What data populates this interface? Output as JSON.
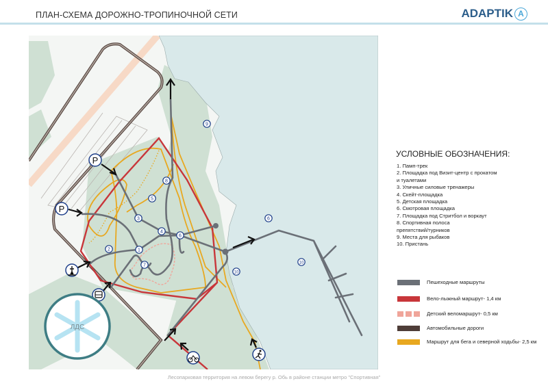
{
  "header": {
    "title": "ПЛАН-СХЕМА ДОРОЖНО-ТРОПИНОЧНОЙ СЕТИ",
    "logo_text": "ADAPTIK",
    "logo_mark": "A"
  },
  "map": {
    "markers": [
      "1",
      "2",
      "3",
      "4",
      "5",
      "6",
      "7",
      "8",
      "9",
      "6",
      "10",
      "10"
    ],
    "parking_label": "P",
    "lds_label": "ЛДС",
    "icons": [
      "parking-icon",
      "pedestrian-crossing-icon",
      "bus-icon",
      "bicycle-icon",
      "runner-icon",
      "snowflake-icon"
    ]
  },
  "legend": {
    "title": "УСЛОВНЫЕ ОБОЗНАЧЕНИЯ:",
    "items": [
      "1. Памп-трек",
      "2. Площадка под Визит-центр с прокатом",
      "и туалетами",
      "3. Уличные силовые тренажеры",
      "4. Скейт-площадка",
      "5. Детская площадка",
      "6. Смотровая площадка",
      "7. Площадка под Стритбол и воркаут",
      "8. Спортивная полоса",
      "препятствий/турников",
      "9. Места для рыбаков",
      "10. Пристань"
    ],
    "routes": [
      {
        "label": "Пешеходные маршруты",
        "color": "#6b7077"
      },
      {
        "label": "Вело-лыжный маршрут- 1,4 км",
        "color": "#c8363a"
      },
      {
        "label": "Детский веломаршрут- 0,5 км",
        "color": "#f0a59a"
      },
      {
        "label": "Автомобильные дороги",
        "color": "#4e3d38"
      },
      {
        "label": "Маршрут для бега и северной ходьбы- 2,5 км",
        "color": "#e8a820"
      }
    ]
  },
  "footer": "Лесопарковая территория на левом берегу р. Обь в районе станции метро \"Спортивная\""
}
